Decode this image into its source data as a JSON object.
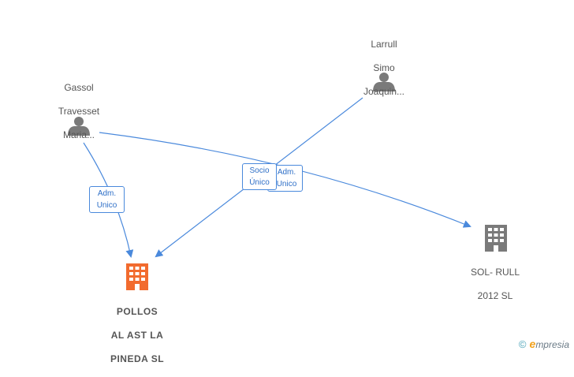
{
  "people": [
    {
      "id": "gassol",
      "lines": [
        "Gassol",
        "Travesset",
        "Maria..."
      ]
    },
    {
      "id": "larrull",
      "lines": [
        "Larrull",
        "Simo",
        "Joaquin..."
      ]
    }
  ],
  "companies": [
    {
      "id": "pollos",
      "lines": [
        "POLLOS",
        "AL AST LA",
        "PINEDA  SL"
      ],
      "color": "#f26b2e",
      "main": true
    },
    {
      "id": "solrull",
      "lines": [
        "SOL- RULL",
        "2012 SL"
      ],
      "color": "#7a7a7a",
      "main": false
    }
  ],
  "edge_labels": {
    "gassol_pollos": [
      "Adm.",
      "Unico"
    ],
    "larrull_pollos": [
      "Socio",
      "Único"
    ],
    "gassol_solrull": [
      "Adm.",
      "Unico"
    ]
  },
  "colors": {
    "edge": "#4a89dc",
    "person": "#7a7a7a"
  },
  "brand": {
    "copyright": "©",
    "e": "e",
    "word": "mpresia"
  }
}
